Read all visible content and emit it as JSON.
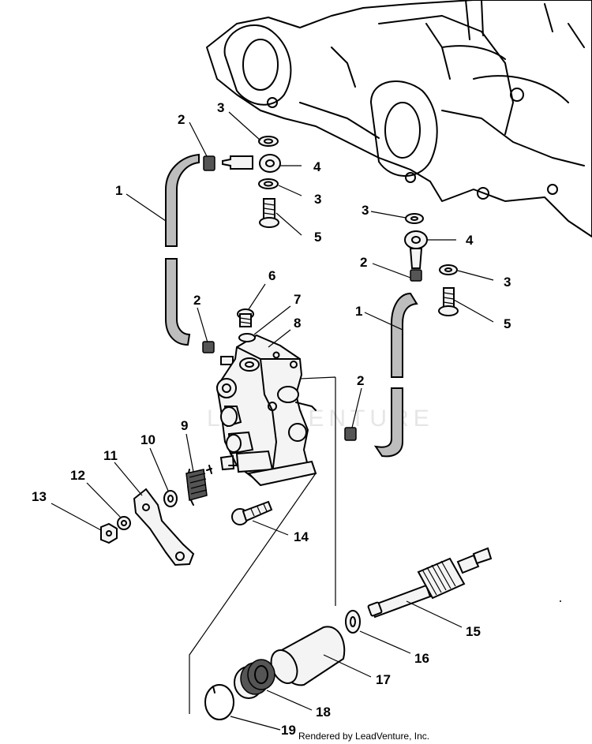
{
  "labels": [
    {
      "id": "1a",
      "text": "1"
    },
    {
      "id": "1b",
      "text": "1"
    },
    {
      "id": "2a",
      "text": "2"
    },
    {
      "id": "2b",
      "text": "2"
    },
    {
      "id": "2c",
      "text": "2"
    },
    {
      "id": "2d",
      "text": "2"
    },
    {
      "id": "3a",
      "text": "3"
    },
    {
      "id": "3b",
      "text": "3"
    },
    {
      "id": "3c",
      "text": "3"
    },
    {
      "id": "3d",
      "text": "3"
    },
    {
      "id": "4a",
      "text": "4"
    },
    {
      "id": "4b",
      "text": "4"
    },
    {
      "id": "5a",
      "text": "5"
    },
    {
      "id": "5b",
      "text": "5"
    },
    {
      "id": "6",
      "text": "6"
    },
    {
      "id": "7",
      "text": "7"
    },
    {
      "id": "8",
      "text": "8"
    },
    {
      "id": "9",
      "text": "9"
    },
    {
      "id": "10",
      "text": "10"
    },
    {
      "id": "11",
      "text": "11"
    },
    {
      "id": "12",
      "text": "12"
    },
    {
      "id": "13",
      "text": "13"
    },
    {
      "id": "14",
      "text": "14"
    },
    {
      "id": "15",
      "text": "15"
    },
    {
      "id": "16",
      "text": "16"
    },
    {
      "id": "17",
      "text": "17"
    },
    {
      "id": "18",
      "text": "18"
    },
    {
      "id": "19",
      "text": "19"
    }
  ],
  "credit": "Rendered by LeadVenture, Inc."
}
